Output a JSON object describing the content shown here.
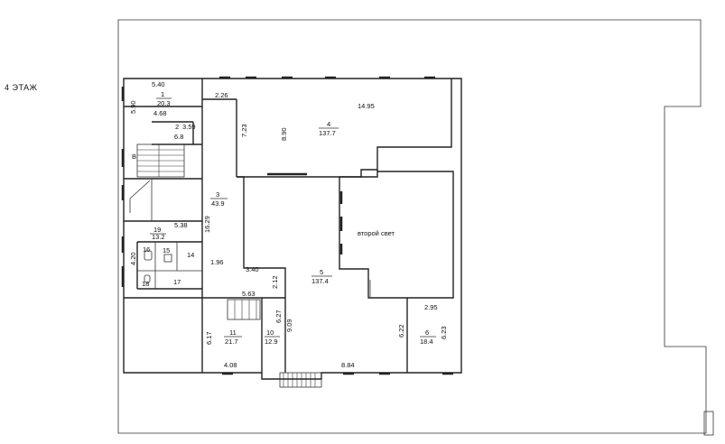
{
  "floor_label": "4 ЭТАЖ",
  "rooms": [
    {
      "num": "1",
      "area": "20.3"
    },
    {
      "num": "2",
      "area": "6.8"
    },
    {
      "num": "3",
      "area": "43.9"
    },
    {
      "num": "4",
      "area": "137.7"
    },
    {
      "num": "5",
      "area": "137.4"
    },
    {
      "num": "6",
      "area": "18.4"
    },
    {
      "num": "11",
      "area": "21.7"
    },
    {
      "num": "10",
      "area": "12.9"
    },
    {
      "num": "19",
      "area": "13.2"
    },
    {
      "num": "14"
    },
    {
      "num": "15"
    },
    {
      "num": "16"
    },
    {
      "num": "17"
    },
    {
      "num": "18"
    }
  ],
  "dimensions": {
    "d540": "5.40",
    "d590": "5.90",
    "d468": "4.68",
    "d359": "3.59",
    "d226": "2.26",
    "d1495": "14.95",
    "d723": "7.23",
    "d890": "8.90",
    "d1629": "16.29",
    "d538": "5.38",
    "d420": "4.20",
    "d196": "1.96",
    "d340": "3.40",
    "d212": "2.12",
    "d563": "5.63",
    "d627": "6.27",
    "d909": "9.09",
    "d617": "6.17",
    "d408": "4.08",
    "d884": "8.84",
    "d622": "6.22",
    "d295": "2.95",
    "d623": "6.23"
  },
  "annotations": {
    "second_light": "второй свет",
    "stair_letter": "В"
  }
}
